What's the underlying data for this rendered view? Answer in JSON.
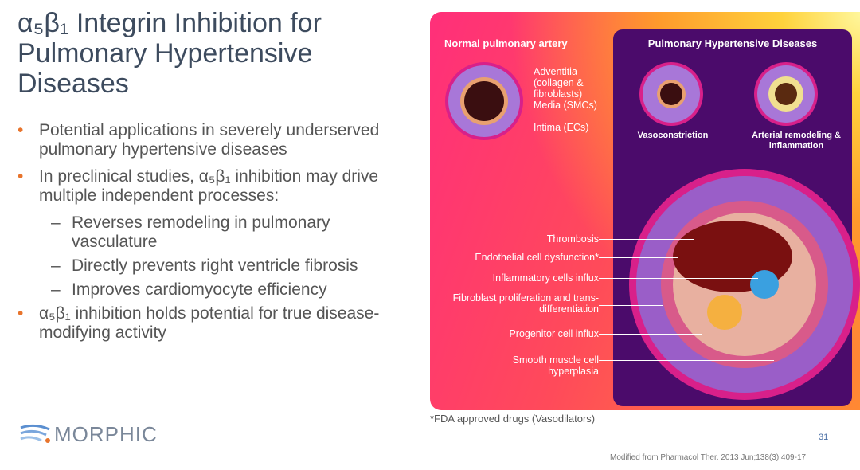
{
  "title": {
    "line1": "α₅β₁ Integrin Inhibition for",
    "line2": "Pulmonary Hypertensive",
    "line3": "Diseases"
  },
  "bullets": [
    "Potential applications in severely underserved pulmonary hypertensive diseases",
    "In preclinical studies, α₅β₁ inhibition may drive multiple independent processes:",
    "α₅β₁ inhibition holds potential for true disease-modifying activity"
  ],
  "sub_bullets": [
    "Reverses remodeling in pulmonary vasculature",
    "Directly prevents right ventricle fibrosis",
    "Improves cardiomyocyte efficiency"
  ],
  "logo": "MORPHIC",
  "figure": {
    "normal_heading": "Normal pulmonary artery",
    "disease_heading": "Pulmonary Hypertensive Diseases",
    "layers": [
      "Adventitia (collagen & fibroblasts)",
      "Media (SMCs)",
      "Intima (ECs)"
    ],
    "captions": [
      "Vasoconstriction",
      "Arterial remodeling & inflammation"
    ],
    "processes": [
      "Thrombosis",
      "Endothelial cell dysfunction*",
      "Inflammatory cells influx",
      "Fibroblast proliferation and trans-differentiation",
      "Progenitor cell influx",
      "Smooth muscle cell hyperplasia"
    ]
  },
  "footnote": "*FDA approved drugs (Vasodilators)",
  "page_number": "31",
  "reference": "Modified from Pharmacol Ther. 2013 Jun;138(3):409-17"
}
